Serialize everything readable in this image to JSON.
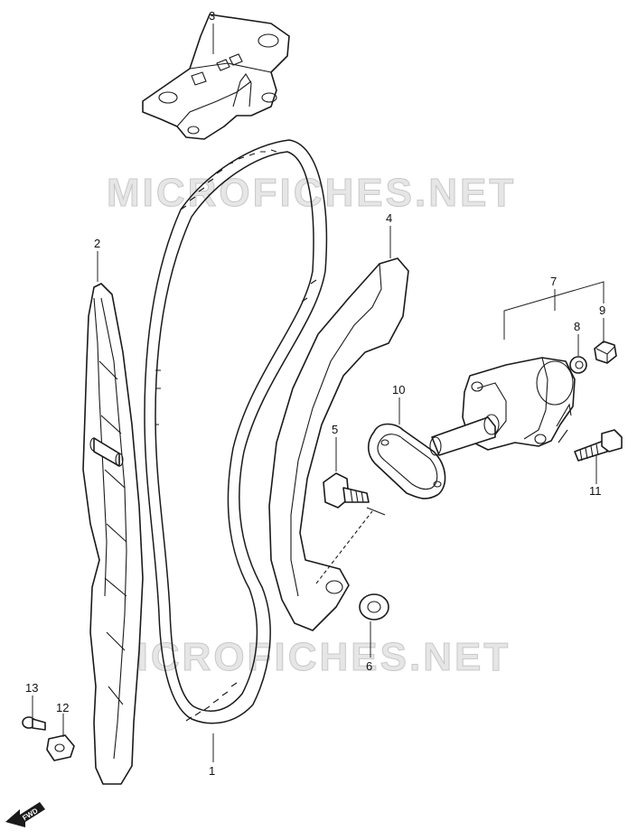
{
  "watermarks": [
    {
      "text": "MICROFICHES.NET"
    },
    {
      "text": "MICROFICHES.NET"
    }
  ],
  "callouts": [
    {
      "id": "c1",
      "label": "1"
    },
    {
      "id": "c2",
      "label": "2"
    },
    {
      "id": "c3",
      "label": "3"
    },
    {
      "id": "c4",
      "label": "4"
    },
    {
      "id": "c5",
      "label": "5"
    },
    {
      "id": "c6",
      "label": "6"
    },
    {
      "id": "c7",
      "label": "7"
    },
    {
      "id": "c8",
      "label": "8"
    },
    {
      "id": "c9",
      "label": "9"
    },
    {
      "id": "c10",
      "label": "10"
    },
    {
      "id": "c11",
      "label": "11"
    },
    {
      "id": "c12",
      "label": "12"
    },
    {
      "id": "c13",
      "label": "13"
    }
  ],
  "fwd_label": "FWD",
  "colors": {
    "line": "#1a1a1a",
    "watermark": "#e6e6e6"
  }
}
